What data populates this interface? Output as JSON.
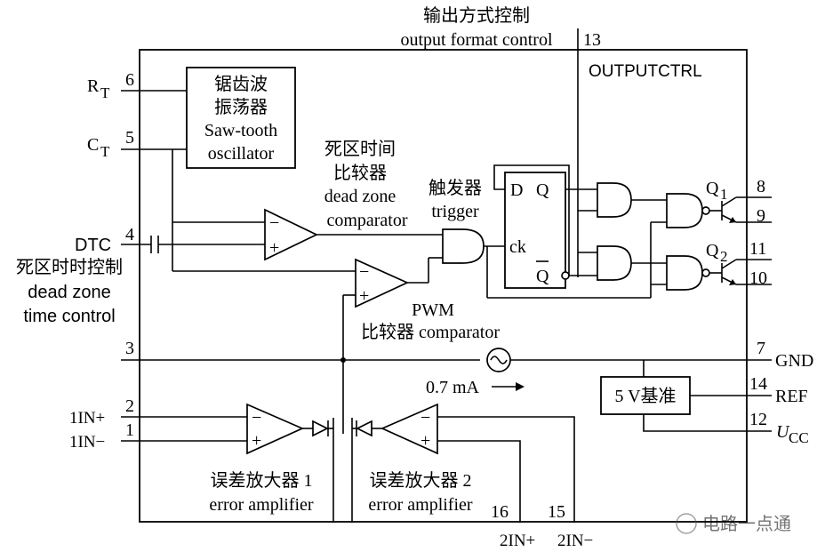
{
  "title": {
    "cn": "输出方式控制",
    "en": "output format control"
  },
  "block_outputctrl": "OUTPUTCTRL",
  "pins": {
    "rt": "R",
    "rt_sub": "T",
    "rt_num": "6",
    "ct": "C",
    "ct_sub": "T",
    "ct_num": "5",
    "dtc": "DTC",
    "dtc_num": "4",
    "p3": "3",
    "in1p": "1IN+",
    "in1p_num": "2",
    "in1m": "1IN−",
    "in1m_num": "1",
    "in2p": "2IN+",
    "in2p_num": "16",
    "in2m": "2IN−",
    "in2m_num": "15",
    "out_ctrl_num": "13",
    "q1_a": "8",
    "q1_b": "9",
    "q2_a": "11",
    "q2_b": "10",
    "gnd": "GND",
    "gnd_num": "7",
    "ref": "REF",
    "ref_num": "14",
    "ucc": "U",
    "ucc_sub": "CC",
    "ucc_num": "12"
  },
  "oscillator": {
    "cn1": "锯齿波",
    "cn2": "振荡器",
    "en1": "Saw-tooth",
    "en2": "oscillator"
  },
  "dz_comparator": {
    "cn1": "死区时间",
    "cn2": "比较器",
    "en1": "dead zone",
    "en2": "comparator"
  },
  "dtc_label": {
    "cn": "死区时时控制",
    "en1": "dead zone",
    "en2": "time control"
  },
  "trigger": {
    "cn": "触发器",
    "en": "trigger",
    "d": "D",
    "q": "Q",
    "ck": "ck",
    "qbar": "Q"
  },
  "pwm": {
    "line1": "PWM",
    "line2": "比较器 comparator"
  },
  "current_source": "0.7 mA",
  "ref_block": "5 V基准",
  "ea1": {
    "cn": "误差放大器 1",
    "en": "error amplifier"
  },
  "ea2": {
    "cn": "误差放大器 2",
    "en": "error amplifier"
  },
  "transistors": {
    "q1": "Q",
    "q1_sub": "1",
    "q2": "Q",
    "q2_sub": "2"
  },
  "signs": {
    "minus": "−",
    "plus": "+"
  },
  "watermark": "电路一点通"
}
